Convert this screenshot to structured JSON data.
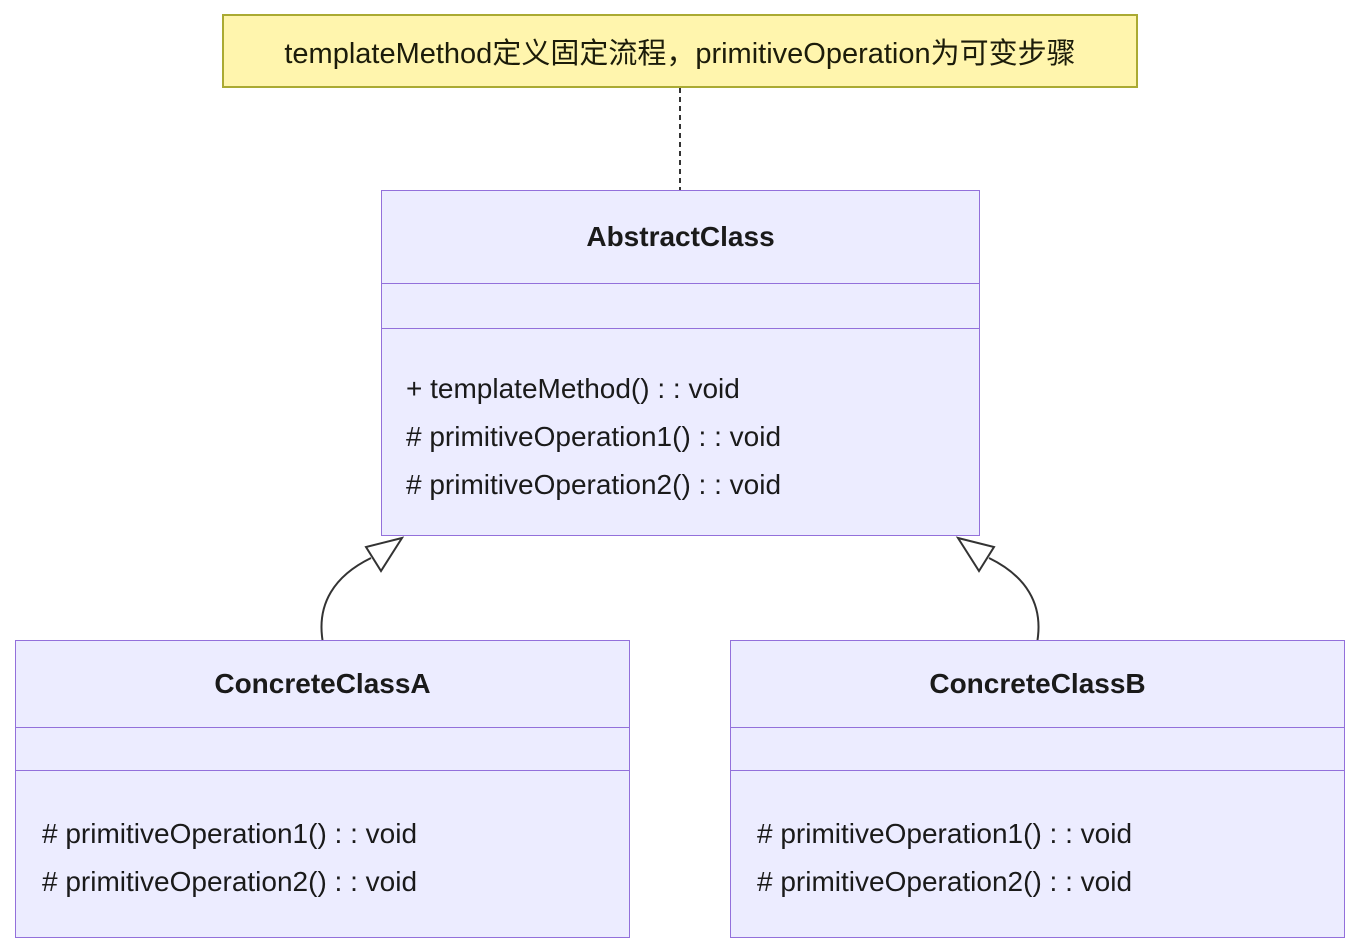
{
  "diagram": {
    "type": "uml-class-diagram",
    "note": {
      "text": "templateMethod定义固定流程，primitiveOperation为可变步骤"
    },
    "classes": [
      {
        "name": "AbstractClass",
        "attributes": [],
        "methods": [
          "+ templateMethod() : : void",
          "# primitiveOperation1() : : void",
          "# primitiveOperation2() : : void"
        ]
      },
      {
        "name": "ConcreteClassA",
        "attributes": [],
        "methods": [
          "# primitiveOperation1() : : void",
          "# primitiveOperation2() : : void"
        ]
      },
      {
        "name": "ConcreteClassB",
        "attributes": [],
        "methods": [
          "# primitiveOperation1() : : void",
          "# primitiveOperation2() : : void"
        ]
      }
    ],
    "relationships": [
      {
        "from": "ConcreteClassA",
        "to": "AbstractClass",
        "type": "inheritance"
      },
      {
        "from": "ConcreteClassB",
        "to": "AbstractClass",
        "type": "inheritance"
      },
      {
        "from": "note",
        "to": "AbstractClass",
        "type": "dashed-note-link"
      }
    ],
    "colors": {
      "class_fill": "#ECECFF",
      "class_border": "#9370DB",
      "note_fill": "#fff5ad",
      "note_border": "#aaaa33",
      "edge": "#333333",
      "text": "#1a1a1a",
      "background": "#ffffff"
    }
  }
}
